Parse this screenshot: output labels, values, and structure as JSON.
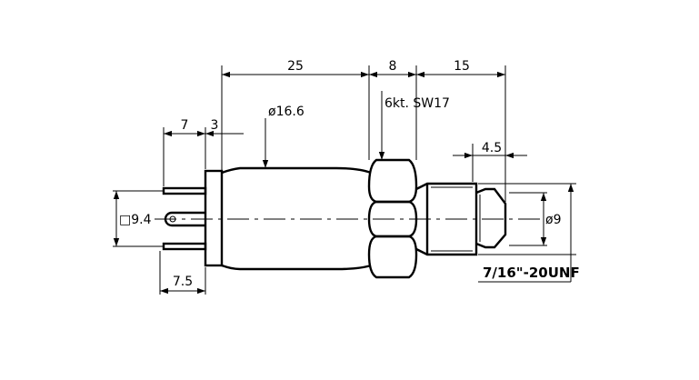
{
  "dimensions": {
    "d7": "7",
    "d3": "3",
    "d25": "25",
    "d8": "8",
    "d15": "15",
    "d4_5": "4.5",
    "d7_5": "7.5",
    "dia16_6": "ø16.6",
    "dia9": "ø9",
    "sq9_4": "□9.4",
    "hex": "6kt. SW17",
    "thread": "7/16\"-20UNF"
  }
}
